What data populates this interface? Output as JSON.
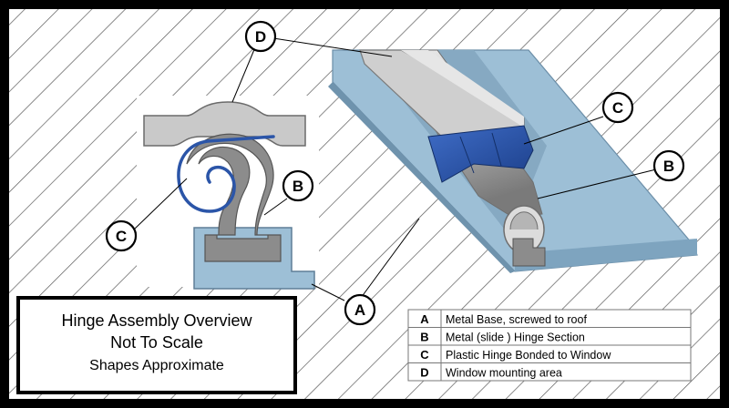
{
  "diagram": {
    "title_box": {
      "lines": [
        "Hinge Assembly Overview",
        "Not To Scale",
        "Shapes Approximate"
      ]
    },
    "callouts": {
      "d": "D",
      "c_left": "C",
      "b_left": "B",
      "a": "A",
      "c_right": "C",
      "b_right": "B"
    },
    "legend": [
      {
        "key": "A",
        "text": "Metal Base, screwed to roof"
      },
      {
        "key": "B",
        "text": "Metal (slide ) Hinge Section"
      },
      {
        "key": "C",
        "text": "Plastic Hinge Bonded to Window"
      },
      {
        "key": "D",
        "text": "Window mounting area"
      }
    ],
    "colors": {
      "metal_base": "#9dbfd6",
      "metal_hinge": "#8c8c8c",
      "plastic_hinge": "#2b55a8",
      "window_mount": "#c9c9c9",
      "background_hatch": "#555555"
    }
  }
}
